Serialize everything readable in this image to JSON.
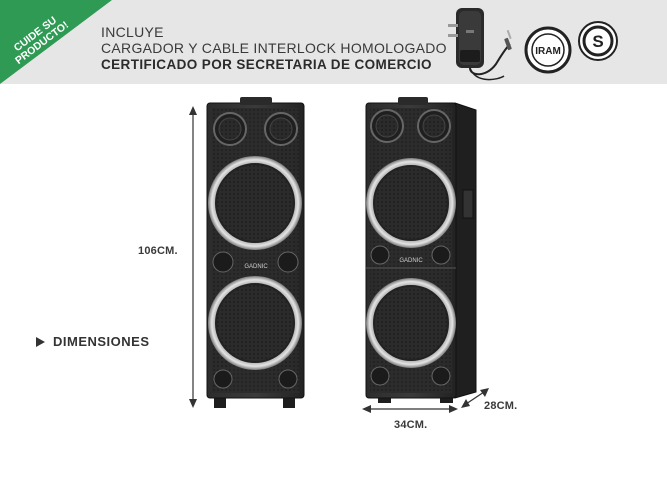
{
  "banner": {
    "corner_line1": "CUIDE SU",
    "corner_line2": "PRODUCTO!",
    "line1": "INCLUYE",
    "line2": "CARGADOR Y CABLE INTERLOCK HOMOLOGADO",
    "line3": "CERTIFICADO POR SECRETARIA DE COMERCIO",
    "iram_logo_text": "IRAM",
    "s_mark_text": "S",
    "accent_color": "#2e9a54"
  },
  "speaker": {
    "brand": "GADNIC"
  },
  "dimensions": {
    "section_label": "DIMENSIONES",
    "height": "106CM.",
    "width": "34CM.",
    "depth": "28CM."
  }
}
